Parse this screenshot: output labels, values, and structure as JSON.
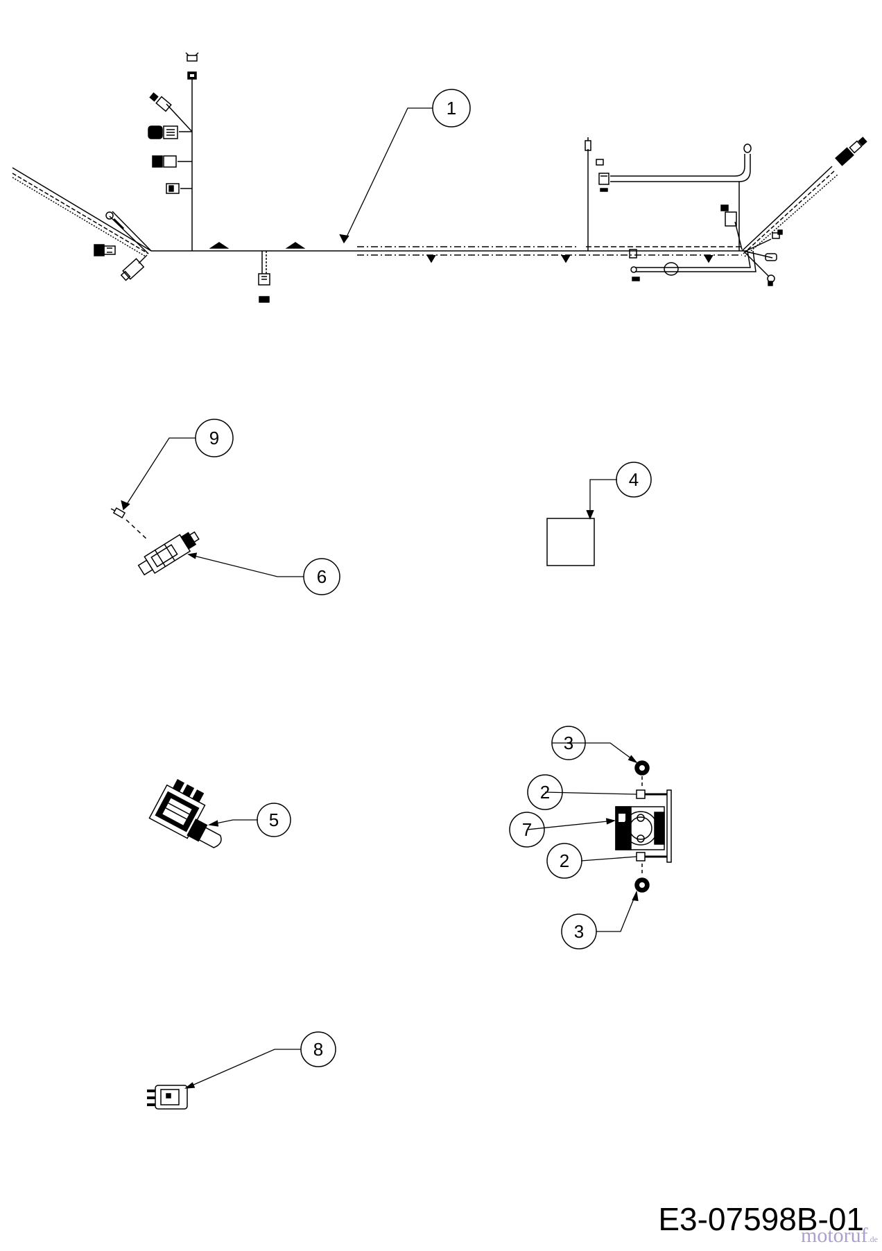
{
  "callouts": [
    {
      "id": "callout-1",
      "label": "1"
    },
    {
      "id": "callout-9",
      "label": "9"
    },
    {
      "id": "callout-4",
      "label": "4"
    },
    {
      "id": "callout-6",
      "label": "6"
    },
    {
      "id": "callout-3-top",
      "label": "3"
    },
    {
      "id": "callout-2-top",
      "label": "2"
    },
    {
      "id": "callout-7",
      "label": "7"
    },
    {
      "id": "callout-2-bottom",
      "label": "2"
    },
    {
      "id": "callout-3-bottom",
      "label": "3"
    },
    {
      "id": "callout-5",
      "label": "5"
    },
    {
      "id": "callout-8",
      "label": "8"
    }
  ],
  "reference_code": "E3-07598B-01",
  "watermark": {
    "brand": "motoruf",
    "tld": ".de"
  }
}
